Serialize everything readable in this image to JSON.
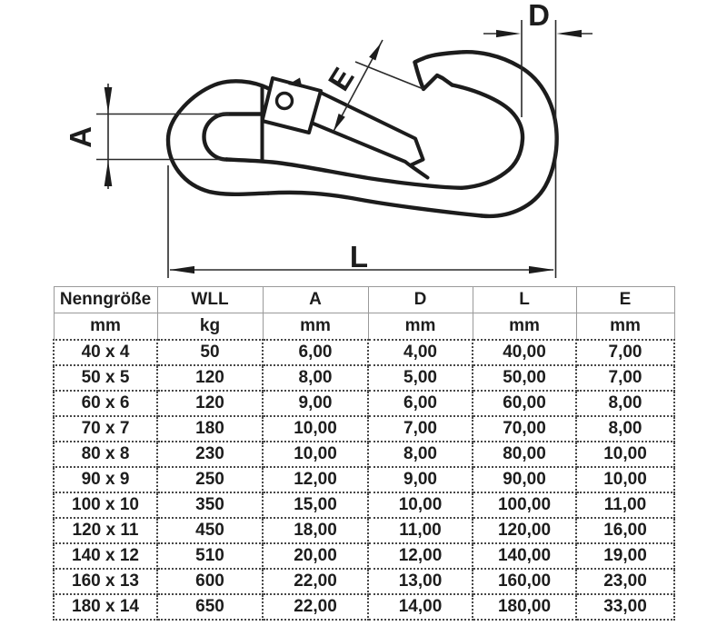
{
  "diagram": {
    "labels": {
      "a": "A",
      "d": "D",
      "e": "E",
      "l": "L"
    }
  },
  "table": {
    "headers": [
      "Nenngröße",
      "WLL",
      "A",
      "D",
      "L",
      "E"
    ],
    "units": [
      "mm",
      "kg",
      "mm",
      "mm",
      "mm",
      "mm"
    ],
    "rows": [
      [
        "40 x 4",
        "50",
        "6,00",
        "4,00",
        "40,00",
        "7,00"
      ],
      [
        "50 x 5",
        "120",
        "8,00",
        "5,00",
        "50,00",
        "7,00"
      ],
      [
        "60 x 6",
        "120",
        "9,00",
        "6,00",
        "60,00",
        "8,00"
      ],
      [
        "70 x 7",
        "180",
        "10,00",
        "7,00",
        "70,00",
        "8,00"
      ],
      [
        "80 x 8",
        "230",
        "10,00",
        "8,00",
        "80,00",
        "10,00"
      ],
      [
        "90 x 9",
        "250",
        "12,00",
        "9,00",
        "90,00",
        "10,00"
      ],
      [
        "100 x 10",
        "350",
        "15,00",
        "10,00",
        "100,00",
        "11,00"
      ],
      [
        "120 x 11",
        "450",
        "18,00",
        "11,00",
        "120,00",
        "16,00"
      ],
      [
        "140 x 12",
        "510",
        "20,00",
        "12,00",
        "140,00",
        "19,00"
      ],
      [
        "160 x 13",
        "600",
        "22,00",
        "13,00",
        "160,00",
        "23,00"
      ],
      [
        "180 x 14",
        "650",
        "22,00",
        "14,00",
        "180,00",
        "33,00"
      ]
    ]
  }
}
